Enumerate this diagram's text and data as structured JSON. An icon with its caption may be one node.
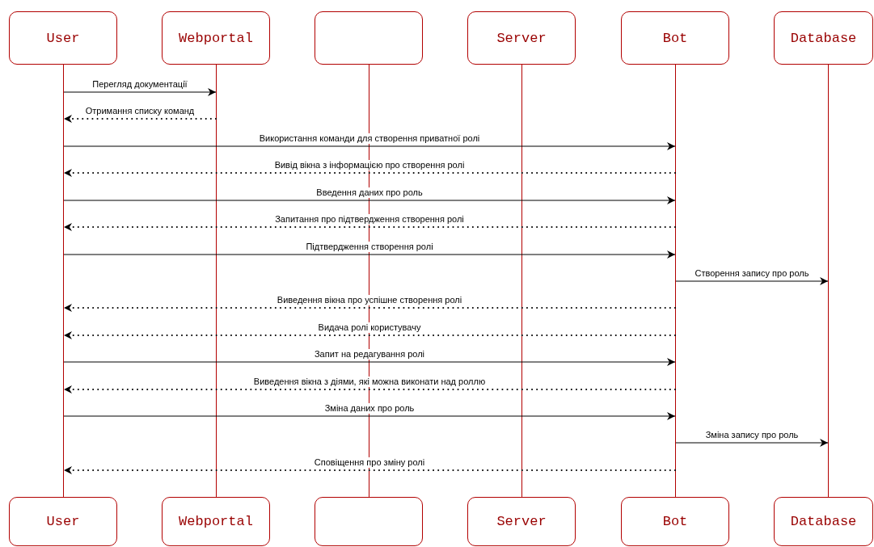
{
  "diagram": {
    "nodes": [
      {
        "text": [
          "User"
        ]
      },
      {
        "text": [
          "Webportal"
        ]
      },
      {
        "text": [],
        "shape": "box"
      },
      {
        "text": [
          "Server"
        ]
      },
      {
        "text": [
          "Bot"
        ]
      },
      {
        "text": [
          "Database"
        ]
      },
      {
        "text": [],
        "shape": "line"
      },
      {
        "text": [],
        "shape": "line"
      },
      {
        "text": [],
        "shape": "line"
      },
      {
        "text": [],
        "shape": "line"
      },
      {
        "text": [],
        "shape": "line"
      },
      {
        "text": [],
        "shape": "line"
      },
      {
        "text": [
          "User"
        ]
      },
      {
        "text": [
          "Webportal"
        ]
      },
      {
        "text": [],
        "shape": "box"
      },
      {
        "text": [
          "Server"
        ]
      },
      {
        "text": [
          "Bot"
        ]
      },
      {
        "text": [
          "Database"
        ]
      }
    ],
    "edges": [
      {
        "from": 6,
        "to": 7,
        "arrow": "to",
        "label": "Перегляд документації"
      },
      {
        "from": 7,
        "to": 6,
        "arrow": "to",
        "label": "Отримання списку команд",
        "style": "dashed"
      },
      {
        "from": 6,
        "to": 10,
        "arrow": "to",
        "label": "Використання команди для створення приватної ролі"
      },
      {
        "from": 10,
        "to": 6,
        "arrow": "to",
        "label": "Вивід вікна з інформацією про створення ролі",
        "style": "dashed"
      },
      {
        "from": 6,
        "to": 10,
        "arrow": "to",
        "label": "Введення даних про роль"
      },
      {
        "from": 10,
        "to": 6,
        "arrow": "to",
        "label": "Запитання про підтвердження створення ролі",
        "style": "dashed"
      },
      {
        "from": 6,
        "to": 10,
        "arrow": "to",
        "label": "Підтвердження створення ролі"
      },
      {
        "from": 10,
        "to": 11,
        "arrow": "to",
        "label": "Створення запису про роль"
      },
      {
        "from": 10,
        "to": 6,
        "arrow": "to",
        "label": "Виведення вікна про успішне створення ролі",
        "style": "dashed"
      },
      {
        "from": 10,
        "to": 6,
        "arrow": "to",
        "label": "Видача ролі користувачу",
        "style": "dashed"
      },
      {
        "from": 6,
        "to": 10,
        "arrow": "to",
        "label": "Запит на редагування ролі"
      },
      {
        "from": 10,
        "to": 6,
        "arrow": "to",
        "label": "Виведення вікна з діями, які можна виконати над роллю",
        "style": "dashed"
      },
      {
        "from": 6,
        "to": 10,
        "arrow": "to",
        "label": "Зміна даних про роль"
      },
      {
        "from": 10,
        "to": 11,
        "arrow": "to",
        "label": "Зміна запису про роль"
      },
      {
        "from": 10,
        "to": 6,
        "arrow": "to",
        "label": "Сповіщення про зміну ролі",
        "style": "dashed"
      }
    ]
  }
}
